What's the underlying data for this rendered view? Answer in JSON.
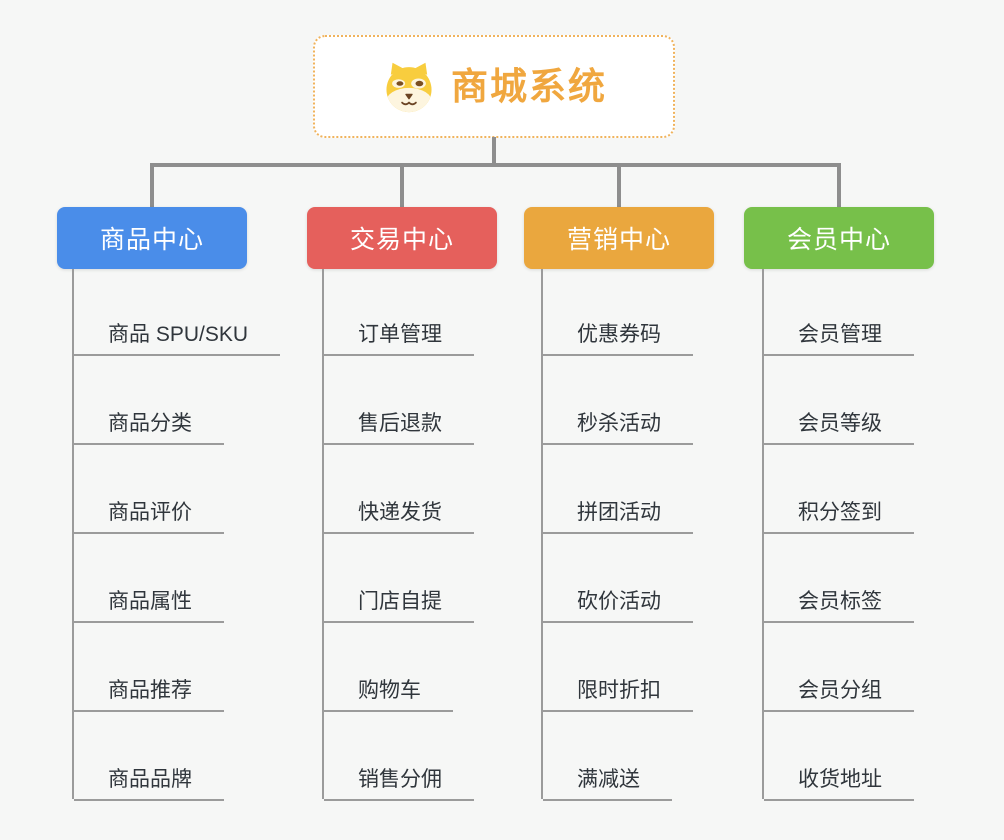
{
  "root": {
    "title": "商城系统",
    "icon": "dog-face-icon"
  },
  "branches": [
    {
      "label": "商品中心",
      "color": "#4a8de9",
      "items": [
        "商品 SPU/SKU",
        "商品分类",
        "商品评价",
        "商品属性",
        "商品推荐",
        "商品品牌"
      ]
    },
    {
      "label": "交易中心",
      "color": "#e5605c",
      "items": [
        "订单管理",
        "售后退款",
        "快递发货",
        "门店自提",
        "购物车",
        "销售分佣"
      ]
    },
    {
      "label": "营销中心",
      "color": "#eaa73e",
      "items": [
        "优惠券码",
        "秒杀活动",
        "拼团活动",
        "砍价活动",
        "限时折扣",
        "满减送"
      ]
    },
    {
      "label": "会员中心",
      "color": "#77c04a",
      "items": [
        "会员管理",
        "会员等级",
        "积分签到",
        "会员标签",
        "会员分组",
        "收货地址"
      ]
    }
  ],
  "colors": {
    "background": "#f6f7f6",
    "root_border": "#f0b35c",
    "root_title": "#f0a73f",
    "connector_line": "#8e8e8e",
    "leaf_line": "#9b9b9b",
    "leaf_text": "#30363c"
  }
}
